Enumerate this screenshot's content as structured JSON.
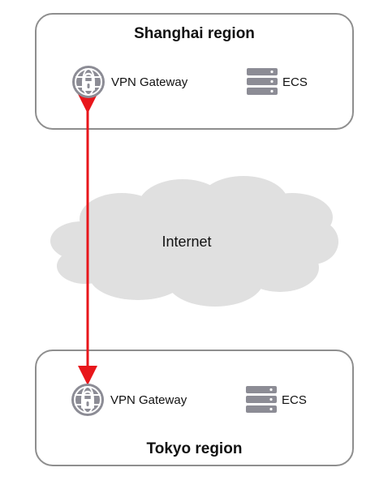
{
  "regions": {
    "top": {
      "title": "Shanghai region",
      "gateway_label": "VPN Gateway",
      "ecs_label": "ECS"
    },
    "bottom": {
      "title": "Tokyo region",
      "gateway_label": "VPN Gateway",
      "ecs_label": "ECS"
    }
  },
  "internet": {
    "label": "Internet"
  },
  "icons": {
    "gateway": "globe-lock-icon",
    "ecs": "server-icon"
  },
  "colors": {
    "connection": "#e8161b",
    "border": "#8e8e8e",
    "icon": "#8c8c95",
    "cloud": "#e0e0e0"
  }
}
